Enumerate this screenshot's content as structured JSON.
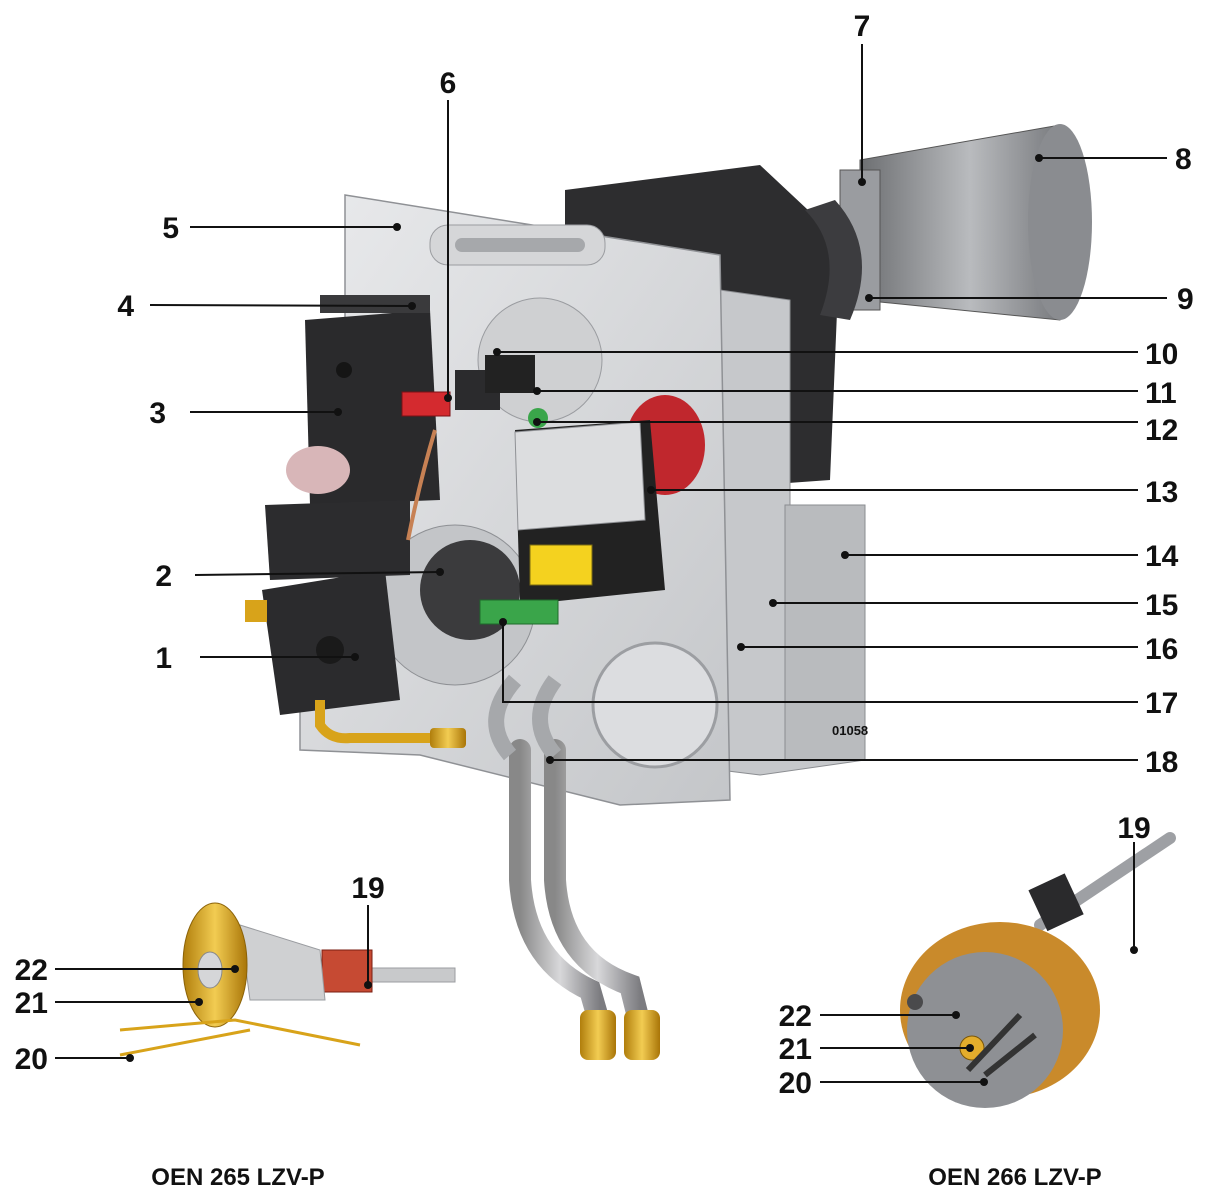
{
  "diagram_code": "01058",
  "captions": {
    "left": "OEN 265 LZV-P",
    "right": "OEN 266 LZV-P"
  },
  "labels": {
    "n1": "1",
    "n2": "2",
    "n3": "3",
    "n4": "4",
    "n5": "5",
    "n6": "6",
    "n7": "7",
    "n8": "8",
    "n9": "9",
    "n10": "10",
    "n11": "11",
    "n12": "12",
    "n13": "13",
    "n14": "14",
    "n15": "15",
    "n16": "16",
    "n17": "17",
    "n18": "18",
    "n19": "19",
    "n20": "20",
    "n21": "21",
    "n22": "22",
    "left19": "19",
    "left20": "20",
    "left21": "21",
    "left22": "22",
    "right19": "19",
    "right20": "20",
    "right21": "21",
    "right22": "22"
  },
  "colors": {
    "housing": "#d9dadc",
    "dark": "#2a2a2a",
    "tube": "#8e9094",
    "brass": "#d8a31a",
    "red": "#c0272d",
    "green": "#3aa54a",
    "yellow": "#f4d21f"
  }
}
